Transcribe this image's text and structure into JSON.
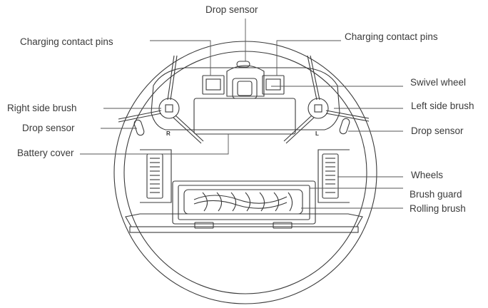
{
  "labels": {
    "drop_sensor_top": "Drop sensor",
    "charging_pins_left": "Charging contact pins",
    "charging_pins_right": "Charging contact pins",
    "swivel_wheel": "Swivel wheel",
    "right_side_brush": "Right side brush",
    "left_side_brush": "Left side brush",
    "drop_sensor_left": "Drop sensor",
    "drop_sensor_right": "Drop sensor",
    "battery_cover": "Battery cover",
    "wheels": "Wheels",
    "brush_guard": "Brush guard",
    "rolling_brush": "Rolling brush"
  },
  "markers": {
    "right": "R",
    "left": "L"
  }
}
